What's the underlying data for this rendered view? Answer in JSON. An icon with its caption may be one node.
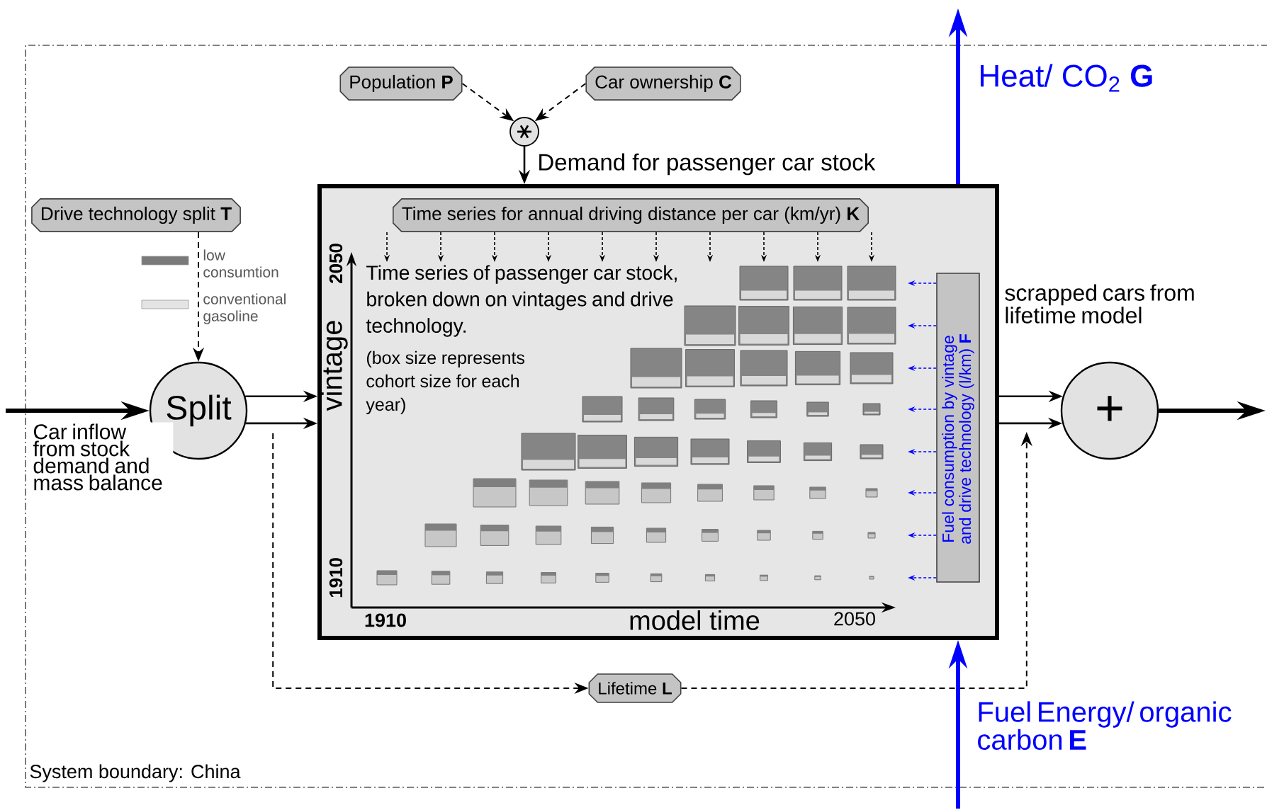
{
  "diagram": {
    "nodes": [
      {
        "text": [
          "Population **P**"
        ]
      },
      {
        "text": [
          "Car ownership **C**"
        ]
      },
      {
        "text": [],
        "shape": "circle"
      },
      {
        "text": [
          "Time series of passenger car stock, broken down on vintages and drive technology.",
          "(box size represents cohort size for each year)"
        ]
      },
      {
        "text": [
          "Time series for annual driving distance per car (km/yr) **K**"
        ],
        "in": 3
      },
      {
        "text": [
          "Fuel consumption by vintage and drive technology (l/km) **F**"
        ],
        "in": 3
      },
      {
        "text": [
          "Drive technology split **T**"
        ]
      },
      {
        "text": [
          "Split"
        ]
      },
      {
        "text": [
          "+"
        ]
      },
      {
        "text": [
          "Lifetime **L**"
        ]
      }
    ],
    "edges": [
      {
        "from": 0,
        "to": 2,
        "arrow": "to",
        "style": "dashed"
      },
      {
        "from": 1,
        "to": 2,
        "arrow": "to",
        "style": "dashed"
      },
      {
        "from": 2,
        "to": 3,
        "arrow": "to",
        "label": "Demand for passenger car stock"
      },
      {
        "from": 6,
        "to": 7,
        "arrow": "to",
        "style": "dashed"
      },
      {
        "from": null,
        "to": 7,
        "arrow": "to",
        "style": "thick",
        "label": "Car inflow from stock demand and mass balance"
      },
      {
        "from": 7,
        "to": 3,
        "arrow": "to"
      },
      {
        "from": 7,
        "to": 3,
        "arrow": "to"
      },
      {
        "from": 7,
        "to": 9,
        "arrow": "to",
        "style": "dashed"
      },
      {
        "from": 9,
        "to": 8,
        "arrow": "to",
        "style": "dashed"
      },
      {
        "from": 3,
        "to": 8,
        "arrow": "to"
      },
      {
        "from": 3,
        "to": 8,
        "arrow": "to"
      },
      {
        "from": 8,
        "to": null,
        "arrow": "to",
        "style": "thick"
      },
      {
        "from": 3,
        "to": null,
        "arrow": "to",
        "style": "thick",
        "color": "#0000ff",
        "label": "Heat/ CO$_{2}$ **G**"
      },
      {
        "from": null,
        "to": 3,
        "arrow": "to",
        "style": "thick",
        "color": "#0000ff",
        "label": "Fuel Energy/ organic carbon **E**"
      },
      {
        "from": 4,
        "to": null,
        "arrow": "to",
        "style": "dashed"
      },
      {
        "from": 4,
        "to": null,
        "arrow": "to",
        "style": "dashed"
      },
      {
        "from": 4,
        "to": null,
        "arrow": "to",
        "style": "dashed"
      },
      {
        "from": 4,
        "to": null,
        "arrow": "to",
        "style": "dashed"
      },
      {
        "from": 4,
        "to": null,
        "arrow": "to",
        "style": "dashed"
      },
      {
        "from": 4,
        "to": null,
        "arrow": "to",
        "style": "dashed"
      },
      {
        "from": 4,
        "to": null,
        "arrow": "to",
        "style": "dashed"
      },
      {
        "from": 4,
        "to": null,
        "arrow": "to",
        "style": "dashed"
      },
      {
        "from": 4,
        "to": null,
        "arrow": "to",
        "style": "dashed"
      },
      {
        "from": 4,
        "to": null,
        "arrow": "to",
        "style": "dashed"
      },
      {
        "from": 5,
        "to": null,
        "arrow": "to",
        "style": "dashed",
        "color": "#0000ff"
      },
      {
        "from": 5,
        "to": null,
        "arrow": "to",
        "style": "dashed",
        "color": "#0000ff"
      },
      {
        "from": 5,
        "to": null,
        "arrow": "to",
        "style": "dashed",
        "color": "#0000ff"
      },
      {
        "from": 5,
        "to": null,
        "arrow": "to",
        "style": "dashed",
        "color": "#0000ff"
      },
      {
        "from": 5,
        "to": null,
        "arrow": "to",
        "style": "dashed",
        "color": "#0000ff"
      },
      {
        "from": 5,
        "to": null,
        "arrow": "to",
        "style": "dashed",
        "color": "#0000ff"
      },
      {
        "from": 5,
        "to": null,
        "arrow": "to",
        "style": "dashed",
        "color": "#0000ff"
      },
      {
        "from": 5,
        "to": null,
        "arrow": "to",
        "style": "dashed",
        "color": "#0000ff"
      }
    ],
    "labels": [
      "2050",
      "vintage",
      "1910",
      "1910",
      "model time",
      "2050",
      "scrapped cars from lifetime model",
      "System boundary: China"
    ],
    "legend": [
      {
        "text": "low consumtion",
        "color": "#7a7a7a"
      },
      {
        "text": "conventional gasoline",
        "color": "#e4e4e4"
      }
    ]
  }
}
